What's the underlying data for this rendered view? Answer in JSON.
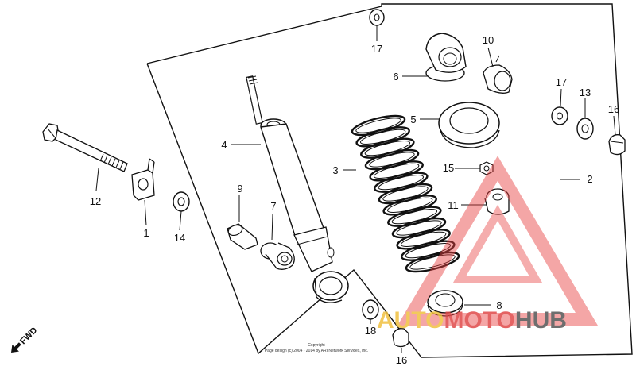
{
  "diagram": {
    "callouts": [
      "1",
      "2",
      "3",
      "4",
      "5",
      "6",
      "7",
      "8",
      "9",
      "10",
      "11",
      "12",
      "13",
      "14",
      "15",
      "16",
      "17",
      "17",
      "18"
    ],
    "direction_label": "FWD",
    "copyright_lines": [
      "Copyright",
      "Page design (c) 2004 - 2014 by ARI Network Services, Inc."
    ],
    "watermark": {
      "part1": "AUTO",
      "part2": "MOTO",
      "part3": "HUB",
      "colors": {
        "auto": "#f0c040",
        "moto": "#e04848",
        "hub": "#555555",
        "triangle": "#e84040"
      }
    }
  }
}
